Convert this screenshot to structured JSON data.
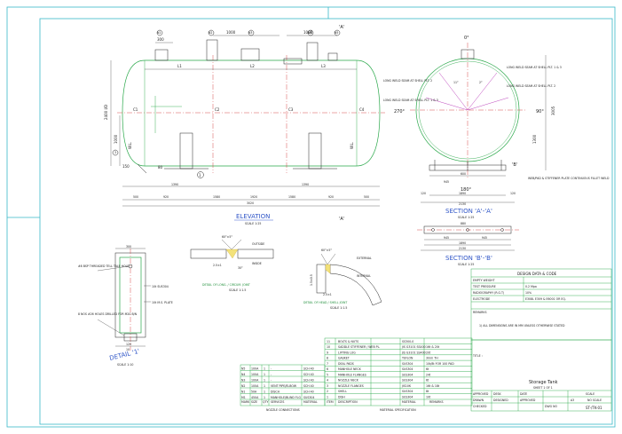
{
  "elevation": {
    "title": "ELEVATION",
    "scale": "SCALE 1:25",
    "section_mark": "'A'",
    "nozzles": [
      "N1",
      "N2",
      "N3",
      "N4",
      "N5"
    ],
    "dims_top": [
      "300",
      "1000",
      "1000"
    ],
    "labels": [
      "L1",
      "L2",
      "L3",
      "C1",
      "C2",
      "C3",
      "C4",
      "2400 I/D",
      "1000",
      "W.L.",
      "W.L.",
      "3",
      "150",
      "80",
      "1",
      "3020"
    ],
    "dims_bottom": [
      "500",
      "920",
      "1580",
      "1920",
      "1580",
      "920",
      "500"
    ],
    "dims_bottom2": [
      "1390",
      "1390"
    ]
  },
  "section_aa": {
    "title": "SECTION 'A'-'A'",
    "scale": "SCALE 1:25",
    "angles": [
      "0°",
      "90°",
      "180°",
      "270°",
      "11°",
      "2°"
    ],
    "notes": [
      "LONG WELD SEAM AT SHELL PLT. 1 & 3",
      "LONG WELD SEAM AT SHELL PLT. 2",
      "LONG WELD SEAM AT SHELL PLT. 2",
      "LONG WELD SEAM AT SHELL PLT. 1 & 3"
    ],
    "dims": [
      "3005",
      "1300",
      "600",
      "945",
      "1890",
      "120",
      "2130",
      "120"
    ],
    "section_mark": "'B'",
    "weld_note": "WEB/PAD & STIFFENER PLATE CONTINUOUS FILLET WELD"
  },
  "section_bb": {
    "title": "SECTION 'B'-'B'",
    "scale": "SCALE 1:25",
    "dims": [
      "880",
      "945",
      "945",
      "1890",
      "2130"
    ]
  },
  "detail_1": {
    "title": "DETAIL '1'",
    "scale": "SCALE 1:10",
    "dims": [
      "300",
      "120",
      "10"
    ],
    "notes": [
      "#8 BSP THREADED TELL TALE HOLE",
      "10t SUS304",
      "10t M.S. PLATE",
      "8 NOS #26 HOLES DRILLED FOR M20 B/N"
    ]
  },
  "joint_long": {
    "title": "DETAIL OF LONG. / CIRCUM. JOINT",
    "scale": "SCALE 1:1.5",
    "labels": [
      "60°±5°",
      "OUTSIDE",
      "INSIDE",
      "2.5±1",
      "30°"
    ]
  },
  "joint_head": {
    "title": "DETAIL OF HEAD / SHELL JOINT",
    "scale": "SCALE 1:1.5",
    "labels": [
      "60°±5°",
      "EXTERNAL",
      "INTERNAL",
      "1.5±0.5",
      "2.5±1"
    ]
  },
  "design_data": {
    "title": "DESIGN DATA & CODE",
    "rows": [
      [
        "EMPTY WEIGHT",
        ""
      ],
      [
        "TEST PRESSURE",
        "0.2 Mpa"
      ],
      [
        "RADIOGRAPHY (R.G.T)",
        "10%"
      ],
      [
        "ELECTRODE",
        "E308L E309 & E6001 OR EQ."
      ]
    ],
    "remarks_title": "REMARKS",
    "remarks": "1) ALL DIMENSIONS ARE IN MM UNLESS OTHERWISE STATED"
  },
  "material_spec": {
    "title": "MATERIAL SPECIFICATION",
    "headers": [
      "ITEM",
      "DESCRIPTION",
      "MATERIAL",
      "REMARKS"
    ],
    "rows": [
      [
        "11",
        "BOLTS & NUTS",
        "SS300-0",
        ""
      ],
      [
        "10",
        "SADDLE STIFFENER / WEB PL.",
        "JIS G3101 SS400",
        "16t & 20t"
      ],
      [
        "9",
        "LIFTING LUG",
        "JIS G3101 SS400",
        "20t"
      ],
      [
        "8",
        "GASKET",
        "TEFLON",
        "3mm TH"
      ],
      [
        "7",
        "DEAL PADS",
        "SUS304",
        "10t/8t FOR 100 PAD"
      ],
      [
        "6",
        "MANHOLE NECK",
        "SUS304",
        "6t"
      ],
      [
        "5",
        "MANHOLE FLANGES",
        "SUS304",
        "24t"
      ],
      [
        "4",
        "NOZZLE NECK",
        "SUS304",
        "6t"
      ],
      [
        "3",
        "NOZZLE FLANGES",
        "JIS10K",
        "16t & 18t"
      ],
      [
        "2",
        "SHELL",
        "SUS304",
        "8t"
      ],
      [
        "1",
        "DISH",
        "SUS304",
        "10t"
      ]
    ]
  },
  "nozzle_connections": {
    "title": "NOZZLE CONNECTIONS",
    "headers": [
      "MARK",
      "SIZE",
      "QTY",
      "SERVICES",
      "",
      "MATERIAL"
    ],
    "rows": [
      [
        "N5",
        "100A",
        "1",
        "-",
        "SCH 40"
      ],
      [
        "N4",
        "100A",
        "1",
        "-",
        "SCH 40"
      ],
      [
        "N3",
        "100A",
        "1",
        "-",
        "SCH 40"
      ],
      [
        "N2",
        "100A",
        "1",
        "VENT PIPE/ELBOW",
        "SCH 40"
      ],
      [
        "N1",
        "50A",
        "1",
        "DISCH",
        "SCH 40"
      ],
      [
        "M1",
        "450A",
        "1",
        "MANHOLE/BLIND FLG",
        "SUS304"
      ]
    ]
  },
  "title_block": {
    "title_label": "TITLE :",
    "title": "Storage Tank",
    "sheet": "SHEET 1 OF 1",
    "rows": [
      [
        "APPROVED",
        "DESK",
        "DATE",
        "SCALE"
      ],
      [
        "DRAWN",
        "DESIGNED",
        "APPROVED",
        "NTS"
      ],
      [
        "CHECKED",
        "DWG NO",
        ""
      ]
    ],
    "dwg_no": "ST-/TK-01",
    "sizes": [
      "A3",
      "NO SCALE"
    ]
  }
}
